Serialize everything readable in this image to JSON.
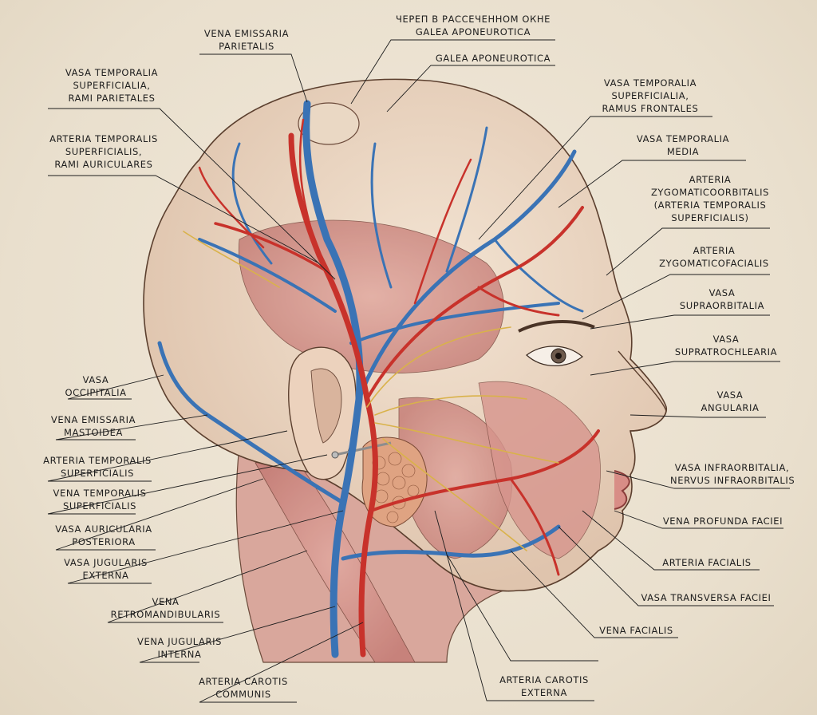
{
  "colors": {
    "artery": "#c8322b",
    "vein": "#3a73b5",
    "nerve": "#d9b24a",
    "muscle": "#c98a84",
    "skin": "#ecd9c7",
    "ink": "#1d1d1d"
  },
  "labels": {
    "vena_emissaria_parietalis": [
      "VENA EMISSARIA",
      "PARIETALIS"
    ],
    "skull_window": [
      "ЧЕРЕП В РАССЕЧЕННОМ ОКНЕ",
      "GALEA APONEUROTICA"
    ],
    "galea_aponeurotica": [
      "GALEA APONEUROTICA"
    ],
    "vasa_temporalia_rami_parietales": [
      "VASA TEMPORALIA",
      "SUPERFICIALIA,",
      "RAMI PARIETALES"
    ],
    "arteria_temporalis_rami_auriculares": [
      "ARTERIA TEMPORALIS",
      "SUPERFICIALIS,",
      "RAMI AURICULARES"
    ],
    "vasa_temporalia_ramus_frontales": [
      "VASA TEMPORALIA",
      "SUPERFICIALIA,",
      "RAMUS FRONTALES"
    ],
    "vasa_temporalia_media": [
      "VASA TEMPORALIA",
      "MEDIA"
    ],
    "arteria_zygomaticoorbitalis": [
      "ARTERIA",
      "ZYGOMATICOORBITALIS",
      "(ARTERIA TEMPORALIS",
      "SUPERFICIALIS)"
    ],
    "arteria_zygomaticofacialis": [
      "ARTERIA",
      "ZYGOMATICOFACIALIS"
    ],
    "vasa_supraorbitalia": [
      "VASA",
      "SUPRAORBITALIA"
    ],
    "vasa_supratrochlearia": [
      "VASA",
      "SUPRATROCHLEARIA"
    ],
    "vasa_angularia": [
      "VASA",
      "ANGULARIA"
    ],
    "vasa_infraorbitalia": [
      "VASA INFRAORBITALIA,",
      "NERVUS INFRAORBITALIS"
    ],
    "vena_profunda_faciei": [
      "VENA PROFUNDA FACIEI"
    ],
    "arteria_facialis": [
      "ARTERIA FACIALIS"
    ],
    "vasa_transversa_faciei": [
      "VASA TRANSVERSA FACIEI"
    ],
    "vena_facialis": [
      "VENA FACIALIS"
    ],
    "arteria_carotis_externa": [
      "ARTERIA CAROTIS",
      "EXTERNA"
    ],
    "arteria_carotis_communis": [
      "ARTERIA CAROTIS",
      "COMMUNIS"
    ],
    "vena_jugularis_interna": [
      "VENA JUGULARIS",
      "INTERNA"
    ],
    "vena_retromandibularis": [
      "VENA",
      "RETROMANDIBULARIS"
    ],
    "vena_jugularis_externa": [
      "VASA JUGULARIS",
      "EXTERNA"
    ],
    "vasa_auricularia_posteriora": [
      "VASA AURICULARIA",
      "POSTERIORA"
    ],
    "vena_temporalis_superficialis": [
      "VENA TEMPORALIS",
      "SUPERFICIALIS"
    ],
    "arteria_temporalis_superficialis": [
      "ARTERIA TEMPORALIS",
      "SUPERFICIALIS"
    ],
    "vena_emissaria_mastoidea": [
      "VENA EMISSARIA",
      "MASTOIDEA"
    ],
    "vasa_occipitalia": [
      "VASA",
      "OCCIPITALIA"
    ]
  }
}
